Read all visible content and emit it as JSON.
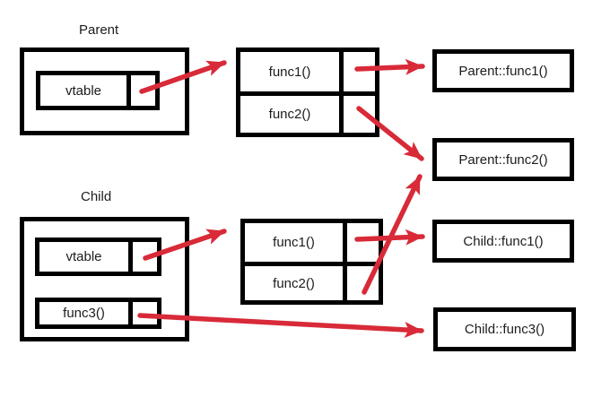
{
  "diagram": {
    "colors": {
      "arrow": "#d82a38",
      "border": "#000000",
      "background": "#ffffff"
    },
    "parent": {
      "label": "Parent",
      "slots": [
        "vtable"
      ]
    },
    "child": {
      "label": "Child",
      "slots": [
        "vtable",
        "func3()"
      ]
    },
    "parent_vtable_rows": [
      "func1()",
      "func2()"
    ],
    "child_vtable_rows": [
      "func1()",
      "func2()"
    ],
    "impls": {
      "parent_func1": "Parent::func1()",
      "parent_func2": "Parent::func2()",
      "child_func1": "Child::func1()",
      "child_func3": "Child::func3()"
    },
    "arrows": [
      {
        "from": "Parent object vtable pointer",
        "to": "Parent vtable table"
      },
      {
        "from": "Parent vtable func1() entry",
        "to": "Parent::func1()"
      },
      {
        "from": "Parent vtable func2() entry",
        "to": "Parent::func2()"
      },
      {
        "from": "Child object vtable pointer",
        "to": "Child vtable table"
      },
      {
        "from": "Child vtable func1() entry",
        "to": "Child::func1()"
      },
      {
        "from": "Child vtable func2() entry",
        "to": "Parent::func2()"
      },
      {
        "from": "Child object func3() pointer",
        "to": "Child::func3()"
      }
    ]
  }
}
